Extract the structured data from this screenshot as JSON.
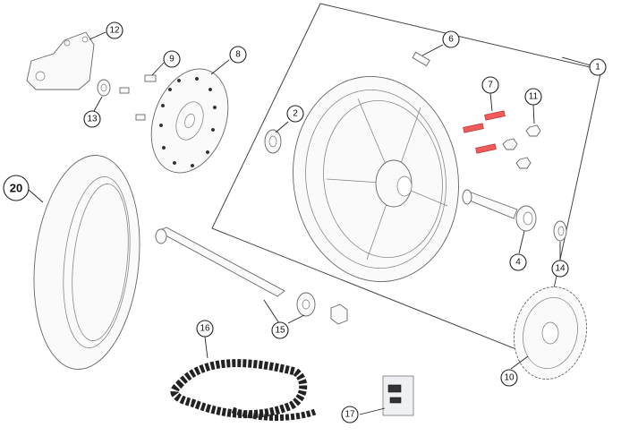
{
  "callouts": [
    {
      "id": "c1",
      "label": "1"
    },
    {
      "id": "c2",
      "label": "2"
    },
    {
      "id": "c4",
      "label": "4"
    },
    {
      "id": "c6",
      "label": "6"
    },
    {
      "id": "c7",
      "label": "7"
    },
    {
      "id": "c8",
      "label": "8"
    },
    {
      "id": "c9",
      "label": "9"
    },
    {
      "id": "c10",
      "label": "10"
    },
    {
      "id": "c11",
      "label": "11"
    },
    {
      "id": "c12",
      "label": "12"
    },
    {
      "id": "c13",
      "label": "13"
    },
    {
      "id": "c14",
      "label": "14"
    },
    {
      "id": "c15",
      "label": "15"
    },
    {
      "id": "c16",
      "label": "16"
    },
    {
      "id": "c17",
      "label": "17"
    },
    {
      "id": "c20",
      "label": "20"
    }
  ],
  "accent_color": "#ef5b5b"
}
